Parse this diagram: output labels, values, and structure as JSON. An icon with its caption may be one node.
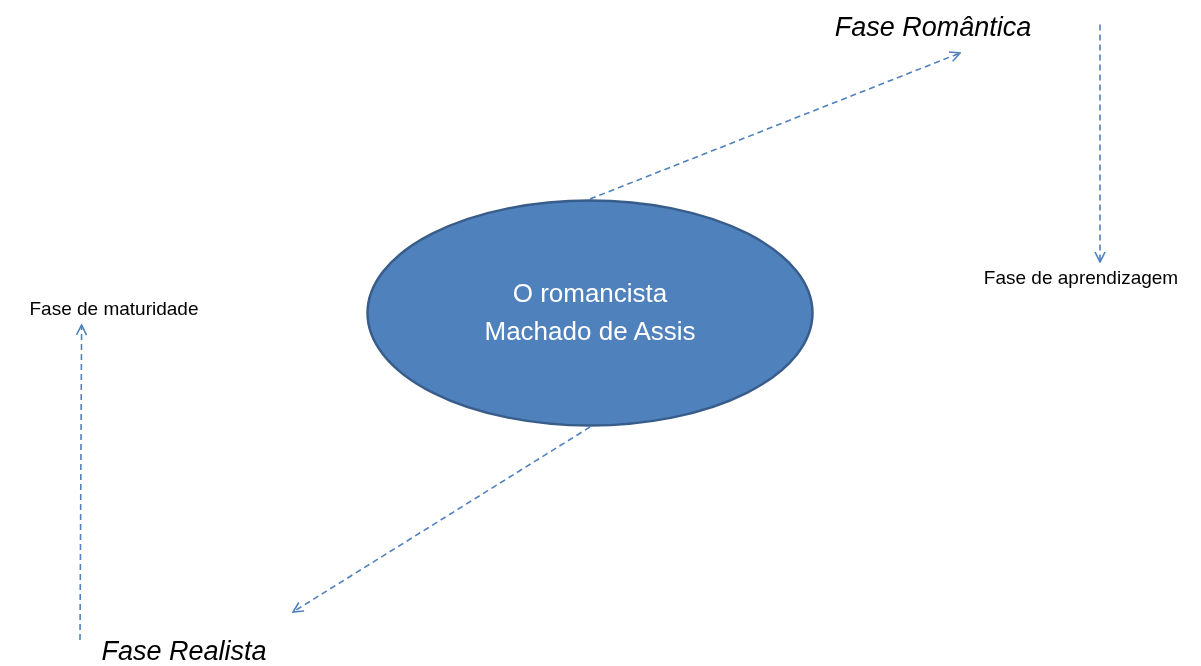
{
  "diagram": {
    "nodes": [
      {
        "text": [
          "O romancista Machado de Assis"
        ]
      },
      {
        "text": [
          "Fase Romântica"
        ]
      },
      {
        "text": [
          "Fase de aprendizagem"
        ]
      },
      {
        "text": [
          "Fase de maturidade"
        ]
      },
      {
        "text": [
          "Fase Realista"
        ]
      }
    ],
    "edges": [
      {
        "from": 0,
        "to": 1,
        "arrow": "to",
        "style": "dashed"
      },
      {
        "from": 1,
        "to": 2,
        "arrow": "to",
        "style": "dashed"
      },
      {
        "from": 0,
        "to": 4,
        "arrow": "to",
        "style": "dashed"
      },
      {
        "from": 4,
        "to": 3,
        "arrow": "to",
        "style": "dashed"
      }
    ]
  }
}
